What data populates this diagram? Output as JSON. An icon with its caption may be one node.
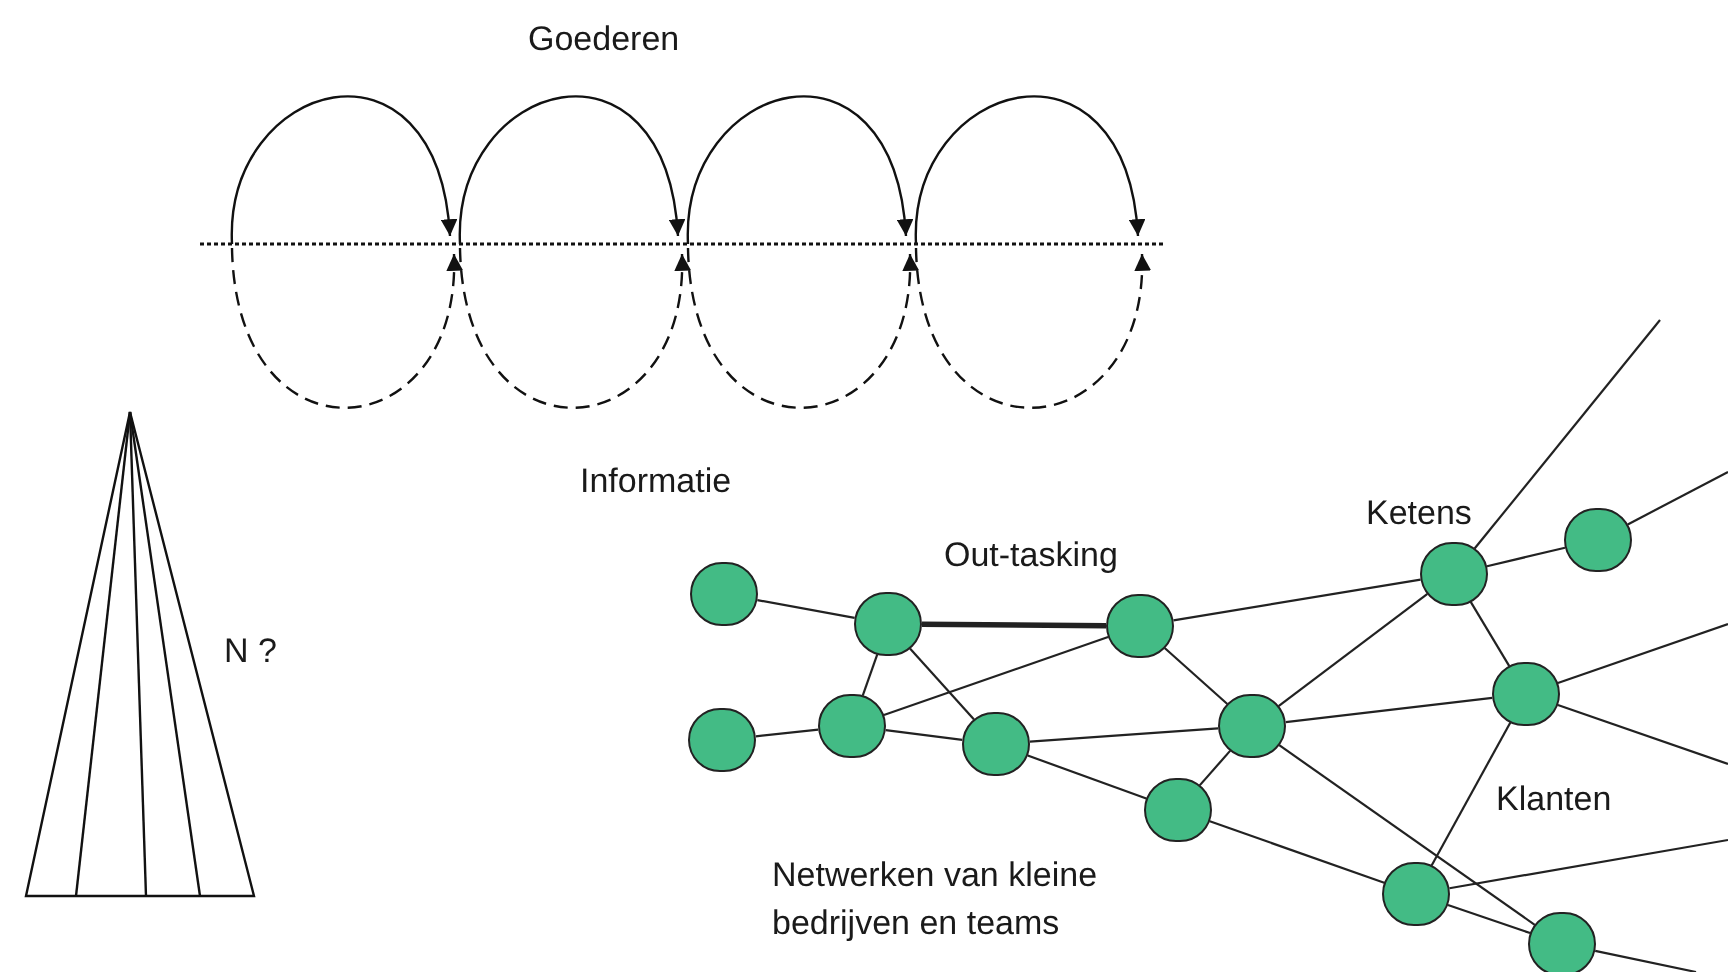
{
  "diagram": {
    "nodes": [
      {
        "text": [],
        "shape": "circle"
      },
      {
        "text": [],
        "shape": "circle"
      },
      {
        "text": [],
        "shape": "circle"
      },
      {
        "text": [],
        "shape": "circle"
      },
      {
        "text": [],
        "shape": "circle"
      },
      {
        "text": [],
        "shape": "circle"
      },
      {
        "text": [],
        "shape": "circle"
      },
      {
        "text": [],
        "shape": "circle"
      },
      {
        "text": [],
        "shape": "circle"
      },
      {
        "text": [],
        "shape": "circle"
      },
      {
        "text": [],
        "shape": "circle"
      },
      {
        "text": [],
        "shape": "circle"
      },
      {
        "text": [],
        "shape": "circle"
      }
    ],
    "edges": [
      {
        "from": 0,
        "to": 3,
        "arrow": "none"
      },
      {
        "from": 3,
        "to": 5,
        "arrow": "none",
        "style": "thick"
      },
      {
        "from": 3,
        "to": 2,
        "arrow": "none"
      },
      {
        "from": 3,
        "to": 4,
        "arrow": "none"
      },
      {
        "from": 1,
        "to": 2,
        "arrow": "none"
      },
      {
        "from": 2,
        "to": 5,
        "arrow": "none"
      },
      {
        "from": 2,
        "to": 4,
        "arrow": "none"
      },
      {
        "from": 4,
        "to": 7,
        "arrow": "none"
      },
      {
        "from": 4,
        "to": 6,
        "arrow": "none"
      },
      {
        "from": 5,
        "to": 9,
        "arrow": "none"
      },
      {
        "from": 5,
        "to": 7,
        "arrow": "none"
      },
      {
        "from": 7,
        "to": 6,
        "arrow": "none"
      },
      {
        "from": 7,
        "to": 9,
        "arrow": "none"
      },
      {
        "from": 7,
        "to": 10,
        "arrow": "none"
      },
      {
        "from": 7,
        "to": 11,
        "arrow": "none"
      },
      {
        "from": 6,
        "to": 8,
        "arrow": "none"
      },
      {
        "from": 9,
        "to": 12,
        "arrow": "none"
      },
      {
        "from": 9,
        "to": 10,
        "arrow": "none"
      },
      {
        "from": 10,
        "to": 8,
        "arrow": "none"
      },
      {
        "from": 8,
        "to": 11,
        "arrow": "none"
      },
      {
        "from": 9,
        "to": null,
        "arrow": "none"
      },
      {
        "from": 12,
        "to": null,
        "arrow": "none"
      },
      {
        "from": 10,
        "to": null,
        "arrow": "none"
      },
      {
        "from": 10,
        "to": null,
        "arrow": "none"
      },
      {
        "from": 8,
        "to": null,
        "arrow": "none"
      },
      {
        "from": 11,
        "to": null,
        "arrow": "none"
      }
    ],
    "labels": [
      "Goederen",
      "Informatie",
      "N ?",
      "Out-tasking",
      "Ketens",
      "Klanten",
      "Netwerken van kleine bedrijven en teams"
    ]
  }
}
